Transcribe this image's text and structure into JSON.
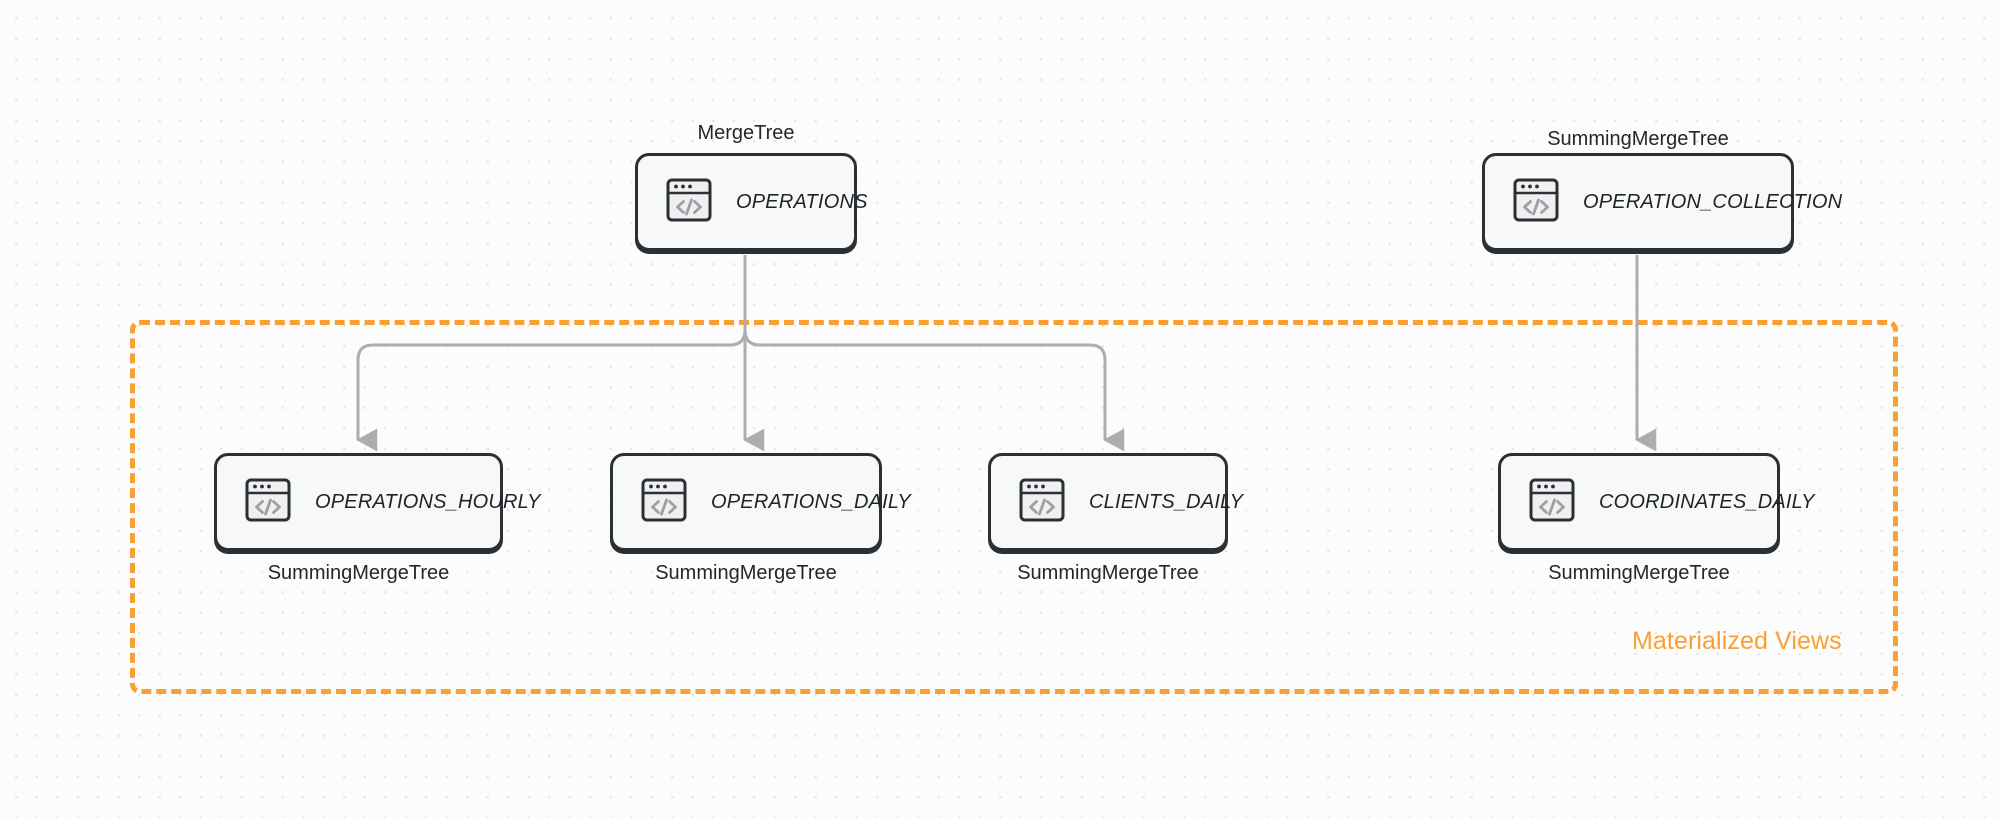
{
  "diagram": {
    "title_hidden": "",
    "background": {
      "dot_color": "#e6e3e3",
      "page_color": "#fcfcfc"
    },
    "accent_color": "#f9a033",
    "node_border_color": "#2b2f36",
    "node_fill_color": "#f7f8f8",
    "edge_color": "#adadad"
  },
  "group": {
    "label": "Materialized Views",
    "style": "dashed",
    "color": "#f9a033"
  },
  "nodes": [
    {
      "id": "operations",
      "title": "OPERATIONS",
      "engine": "MergeTree",
      "engine_position": "above",
      "icon": "code-window-icon"
    },
    {
      "id": "operation_collection",
      "title": "OPERATION_COLLECTION",
      "engine": "SummingMergeTree",
      "engine_position": "above",
      "icon": "code-window-icon"
    },
    {
      "id": "operations_hourly",
      "title": "OPERATIONS_HOURLY",
      "engine": "SummingMergeTree",
      "engine_position": "below",
      "icon": "code-window-icon"
    },
    {
      "id": "operations_daily",
      "title": "OPERATIONS_DAILY",
      "engine": "SummingMergeTree",
      "engine_position": "below",
      "icon": "code-window-icon"
    },
    {
      "id": "clients_daily",
      "title": "CLIENTS_DAILY",
      "engine": "SummingMergeTree",
      "engine_position": "below",
      "icon": "code-window-icon"
    },
    {
      "id": "coordinates_daily",
      "title": "COORDINATES_DAILY",
      "engine": "SummingMergeTree",
      "engine_position": "below",
      "icon": "code-window-icon"
    }
  ],
  "edges": [
    {
      "from": "operations",
      "to": "operations_hourly"
    },
    {
      "from": "operations",
      "to": "operations_daily"
    },
    {
      "from": "operations",
      "to": "clients_daily"
    },
    {
      "from": "operation_collection",
      "to": "coordinates_daily"
    }
  ]
}
